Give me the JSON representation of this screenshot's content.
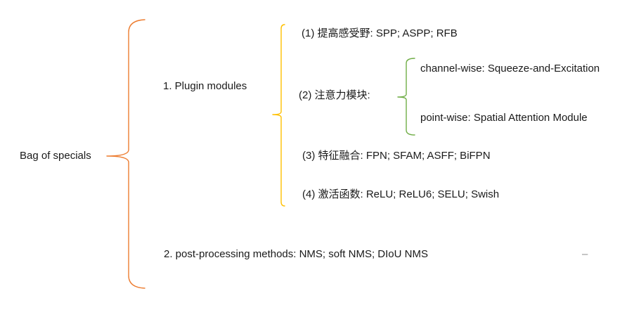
{
  "diagram": {
    "root": {
      "label": "Bag of specials"
    },
    "branches": [
      {
        "label": "1. Plugin modules",
        "children": [
          {
            "label": "(1) 提高感受野: SPP; ASPP; RFB"
          },
          {
            "label": "(2) 注意力模块:",
            "children": [
              {
                "label": "channel-wise: Squeeze-and-Excitation"
              },
              {
                "label": "point-wise: Spatial Attention Module"
              }
            ]
          },
          {
            "label": "(3) 特征融合: FPN; SFAM; ASFF; BiFPN"
          },
          {
            "label": "(4) 激活函数: ReLU; ReLU6; SELU; Swish"
          }
        ]
      },
      {
        "label": "2. post-processing methods: NMS; soft NMS; DIoU NMS"
      }
    ],
    "stray_mark": "–"
  },
  "colors": {
    "brace_root": "#ED7D31",
    "brace_plugin": "#FFC000",
    "brace_attention": "#70AD47",
    "text": "#1a1a1a",
    "stray_mark_gray": "#8C8C8C",
    "background": "#FFFFFF"
  }
}
